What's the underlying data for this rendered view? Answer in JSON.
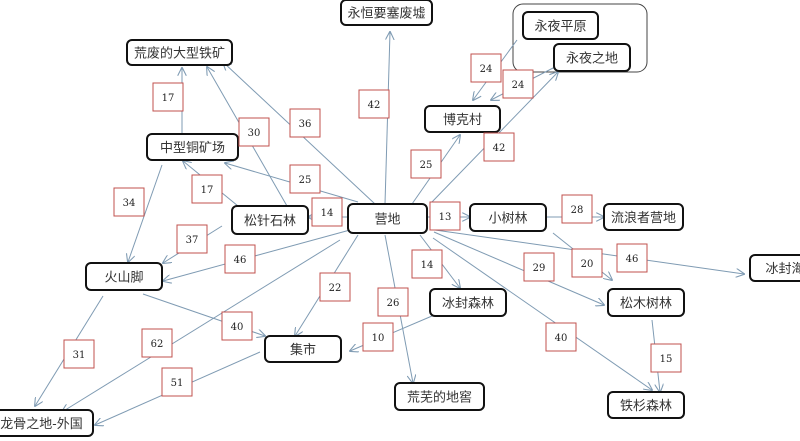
{
  "diagram": {
    "nodes": [
      "永恒要塞废墟",
      "荒废的大型铁矿",
      "永夜平原",
      "永夜之地",
      "博克村",
      "中型铜矿场",
      "松针石林",
      "营地",
      "小树林",
      "流浪者营地",
      "冰封海",
      "火山脚",
      "冰封森林",
      "松木树林",
      "集市",
      "荒芜的地窖",
      "铁杉森林",
      "龙骨之地-外国"
    ],
    "edges": [
      {
        "from": "营地",
        "to": "永恒要塞废墟",
        "weight": "42"
      },
      {
        "from": "营地",
        "to": "荒废的大型铁矿",
        "weight": "36"
      },
      {
        "from": "松针石林",
        "to": "荒废的大型铁矿",
        "weight": "30"
      },
      {
        "from": "中型铜矿场",
        "to": "荒废的大型铁矿",
        "weight": "17"
      },
      {
        "from": "营地",
        "to": "中型铜矿场",
        "weight": "25"
      },
      {
        "from": "松针石林",
        "to": "中型铜矿场",
        "weight": "17"
      },
      {
        "from": "中型铜矿场",
        "to": "火山脚",
        "weight": "34"
      },
      {
        "from": "松针石林",
        "to": "火山脚",
        "weight": "37"
      },
      {
        "from": "营地",
        "to": "火山脚",
        "weight": "46"
      },
      {
        "from": "营地",
        "to": "龙骨之地-外国",
        "weight": "62"
      },
      {
        "from": "火山脚",
        "to": "集市",
        "weight": "40"
      },
      {
        "from": "火山脚",
        "to": "龙骨之地-外国",
        "weight": "31"
      },
      {
        "from": "集市",
        "to": "龙骨之地-外国",
        "weight": "51"
      },
      {
        "from": "营地",
        "to": "集市",
        "weight": "22"
      },
      {
        "from": "营地",
        "to": "荒芜的地窖",
        "weight": "26"
      },
      {
        "from": "冰封森林",
        "to": "集市",
        "weight": "10"
      },
      {
        "from": "营地",
        "to": "冰封森林",
        "weight": "14"
      },
      {
        "from": "营地",
        "to": "小树林",
        "weight": "13"
      },
      {
        "from": "营地",
        "to": "松针石林",
        "weight": "14"
      },
      {
        "from": "小树林",
        "to": "流浪者营地",
        "weight": "28"
      },
      {
        "from": "小树林",
        "to": "松木树林",
        "weight": "20"
      },
      {
        "from": "营地",
        "to": "松木树林",
        "weight": "29"
      },
      {
        "from": "营地",
        "to": "冰封海",
        "weight": "46"
      },
      {
        "from": "营地",
        "to": "铁杉森林",
        "weight": "40"
      },
      {
        "from": "松木树林",
        "to": "铁杉森林",
        "weight": "15"
      },
      {
        "from": "营地",
        "to": "博克村",
        "weight": "25"
      },
      {
        "from": "营地",
        "to": "永夜之地",
        "weight": "42"
      },
      {
        "from": "永夜平原",
        "to": "博克村",
        "weight": "24"
      },
      {
        "from": "永夜之地",
        "to": "博克村",
        "weight": "24"
      }
    ]
  }
}
